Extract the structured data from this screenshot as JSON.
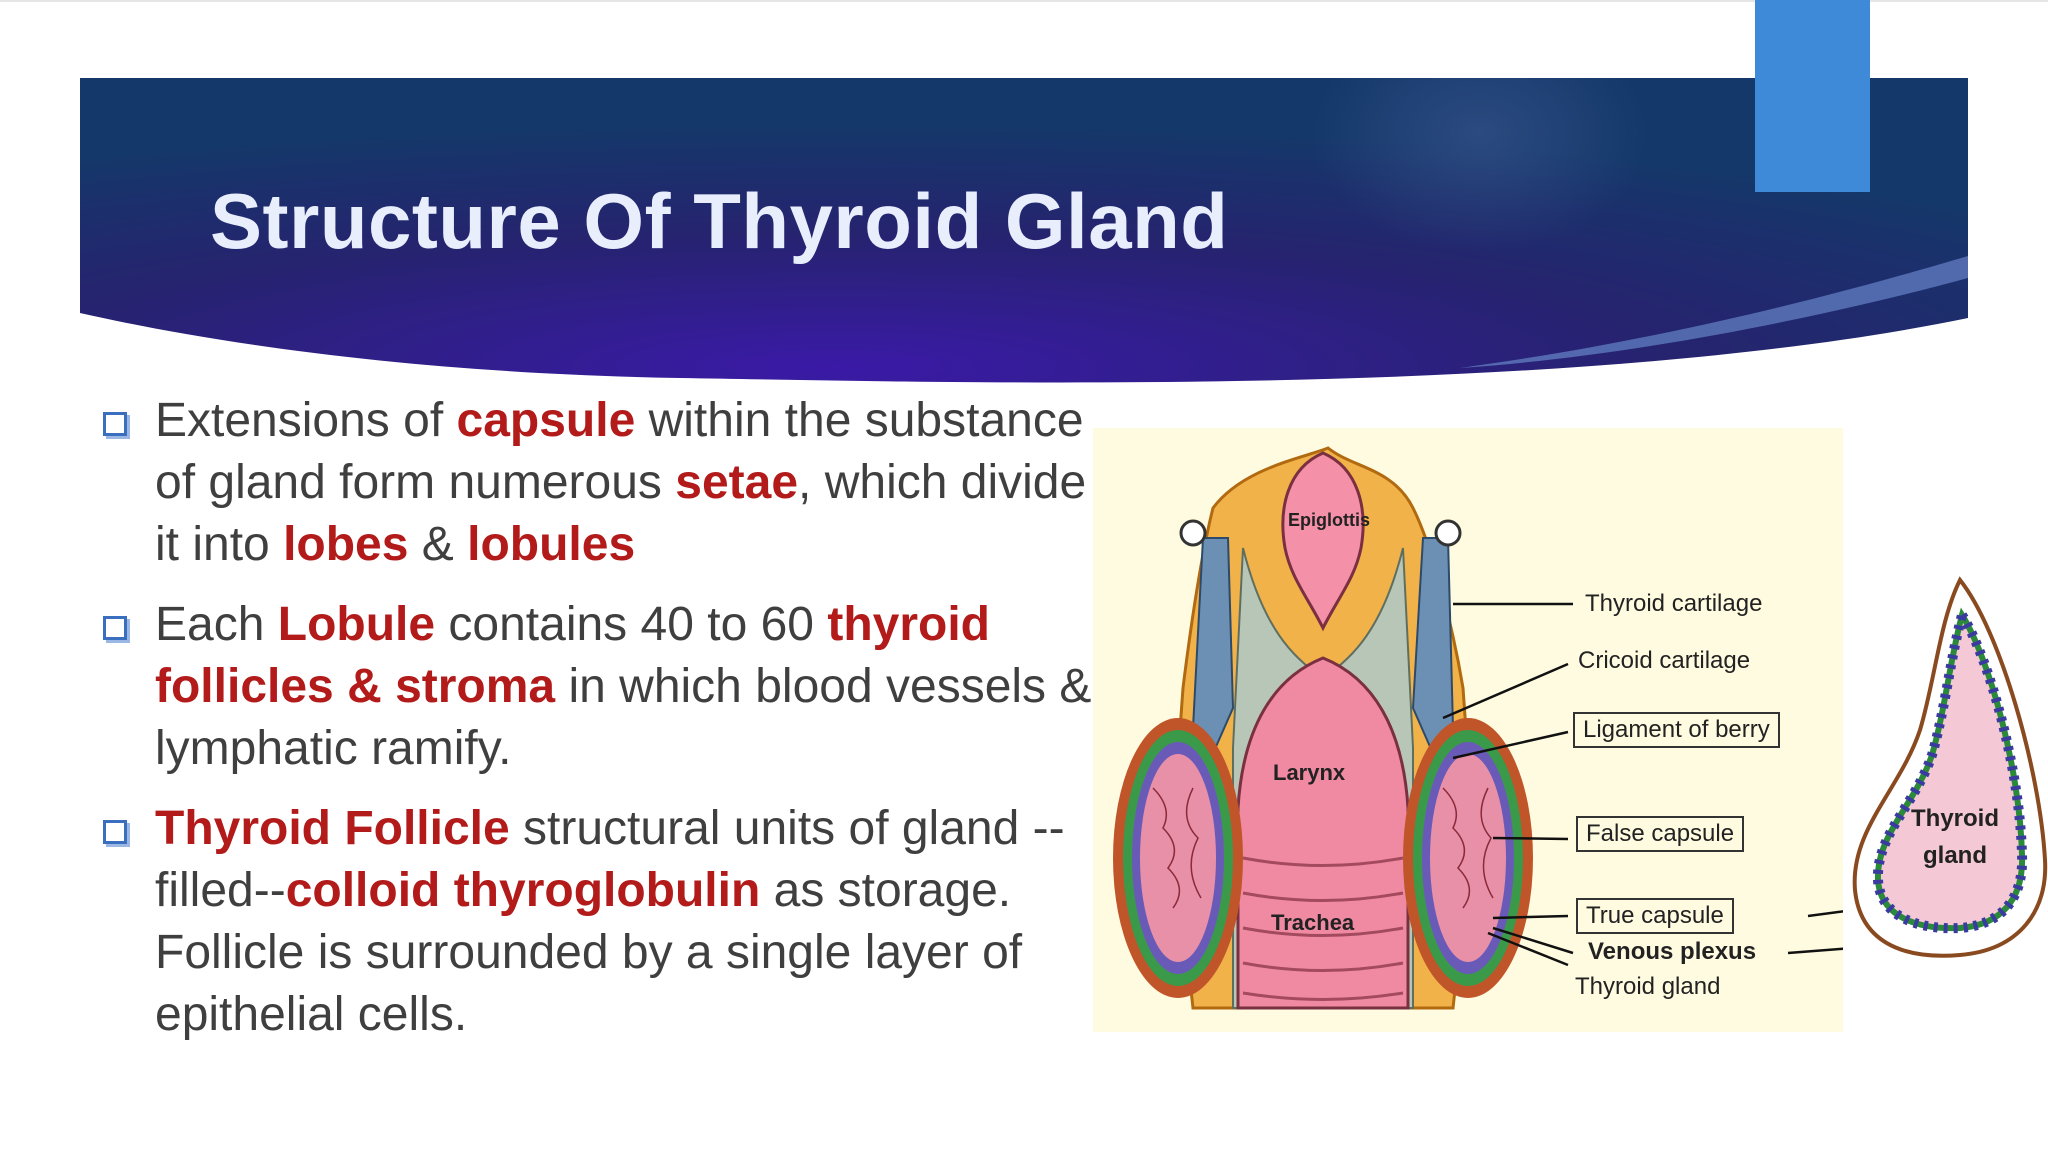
{
  "slide": {
    "title": "Structure Of Thyroid Gland"
  },
  "bullets": [
    {
      "parts": [
        "Extensions of ",
        "capsule",
        " within the substance of gland form numerous ",
        "setae",
        ", which divide it into ",
        "lobes",
        " & ",
        "lobules"
      ]
    },
    {
      "parts": [
        "Each ",
        "Lobule",
        " contains 40 to 60 ",
        "thyroid follicles & stroma",
        " in which blood vessels & lymphatic ramify."
      ]
    },
    {
      "parts": [
        "Thyroid Follicle",
        " structural units of gland --filled--",
        "colloid thyroglobulin",
        " as storage. Follicle is surrounded by a single layer of epithelial cells."
      ]
    }
  ],
  "diagram": {
    "organ_labels": {
      "epiglottis": "Epiglottis",
      "larynx": "Larynx",
      "trachea": "Trachea"
    },
    "labels": {
      "thyroid_cartilage": "Thyroid cartilage",
      "cricoid_cartilage": "Cricoid  cartilage",
      "ligament_of_berry": "Ligament of berry",
      "false_capsule": "False capsule",
      "true_capsule": "True capsule",
      "venous_plexus": "Venous plexus",
      "thyroid_gland": "Thyroid gland"
    },
    "side_label_line1": "Thyroid",
    "side_label_line2": "gland"
  },
  "colors": {
    "header_dark": "#1c2f6e",
    "header_purple": "#3a1aa0",
    "accent_tab": "#3f8ad8",
    "highlight_red": "#b31b1b",
    "body_text": "#3f3f3f"
  }
}
